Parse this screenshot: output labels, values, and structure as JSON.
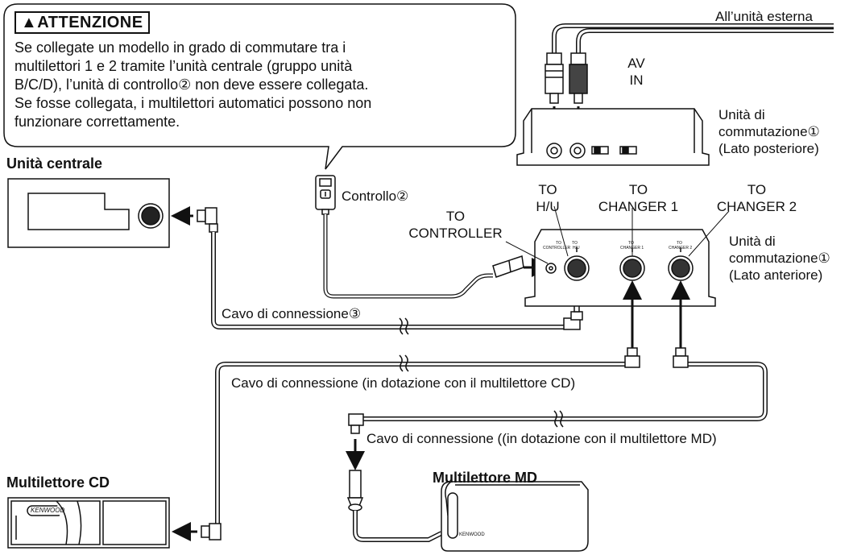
{
  "warning": {
    "title": "▲ATTENZIONE",
    "lines": [
      "Se collegate un modello in grado di commutare tra i",
      "multilettori 1 e 2 tramite l’unità centrale (gruppo unità",
      "B/C/D), l’unità di controllo② non deve essere collegata.",
      "Se fosse collegata, i multilettori automatici possono non",
      "funzionare correttamente."
    ]
  },
  "labels": {
    "external_unit": "All’unità esterna",
    "av_in": [
      "AV",
      "IN"
    ],
    "switch_rear": [
      "Unità di",
      "commutazione①",
      "(Lato posteriore)"
    ],
    "head_unit": "Unità centrale",
    "controller": "Controllo②",
    "to_hu": [
      "TO",
      "H/U"
    ],
    "to_changer1": [
      "TO",
      "CHANGER 1"
    ],
    "to_changer2": [
      "TO",
      "CHANGER 2"
    ],
    "to_controller": [
      "TO",
      "CONTROLLER"
    ],
    "switch_front": [
      "Unità di",
      "commutazione①",
      "(Lato anteriore)"
    ],
    "cable3": "Cavo di connessione③",
    "cable_cd": "Cavo di connessione (in dotazione con il multilettore CD)",
    "cable_md": "Cavo di connessione ((in dotazione con il multilettore MD)",
    "cd_changer": "Multilettore CD",
    "md_changer": "Multilettore MD",
    "brand": "KENWOOD"
  }
}
